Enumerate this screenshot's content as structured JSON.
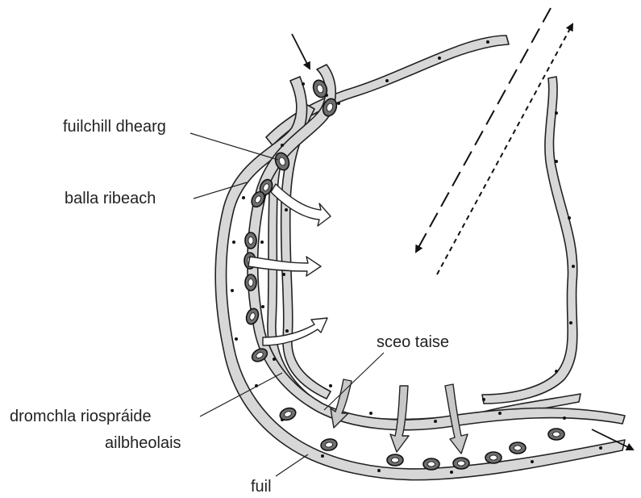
{
  "labels": {
    "red_blood_cell": "fuilchill dhearg",
    "capillary_wall": "balla ribeach",
    "fluid_film": "sceo taise",
    "alveolar_surface_line1": "dromchla riospráide",
    "alveolar_surface_line2": "ailbheolais",
    "blood": "fuil"
  },
  "colors": {
    "membrane_fill": "#d7d7d7",
    "red_blood_cell": "#6e6e6e",
    "outline": "#222222"
  }
}
